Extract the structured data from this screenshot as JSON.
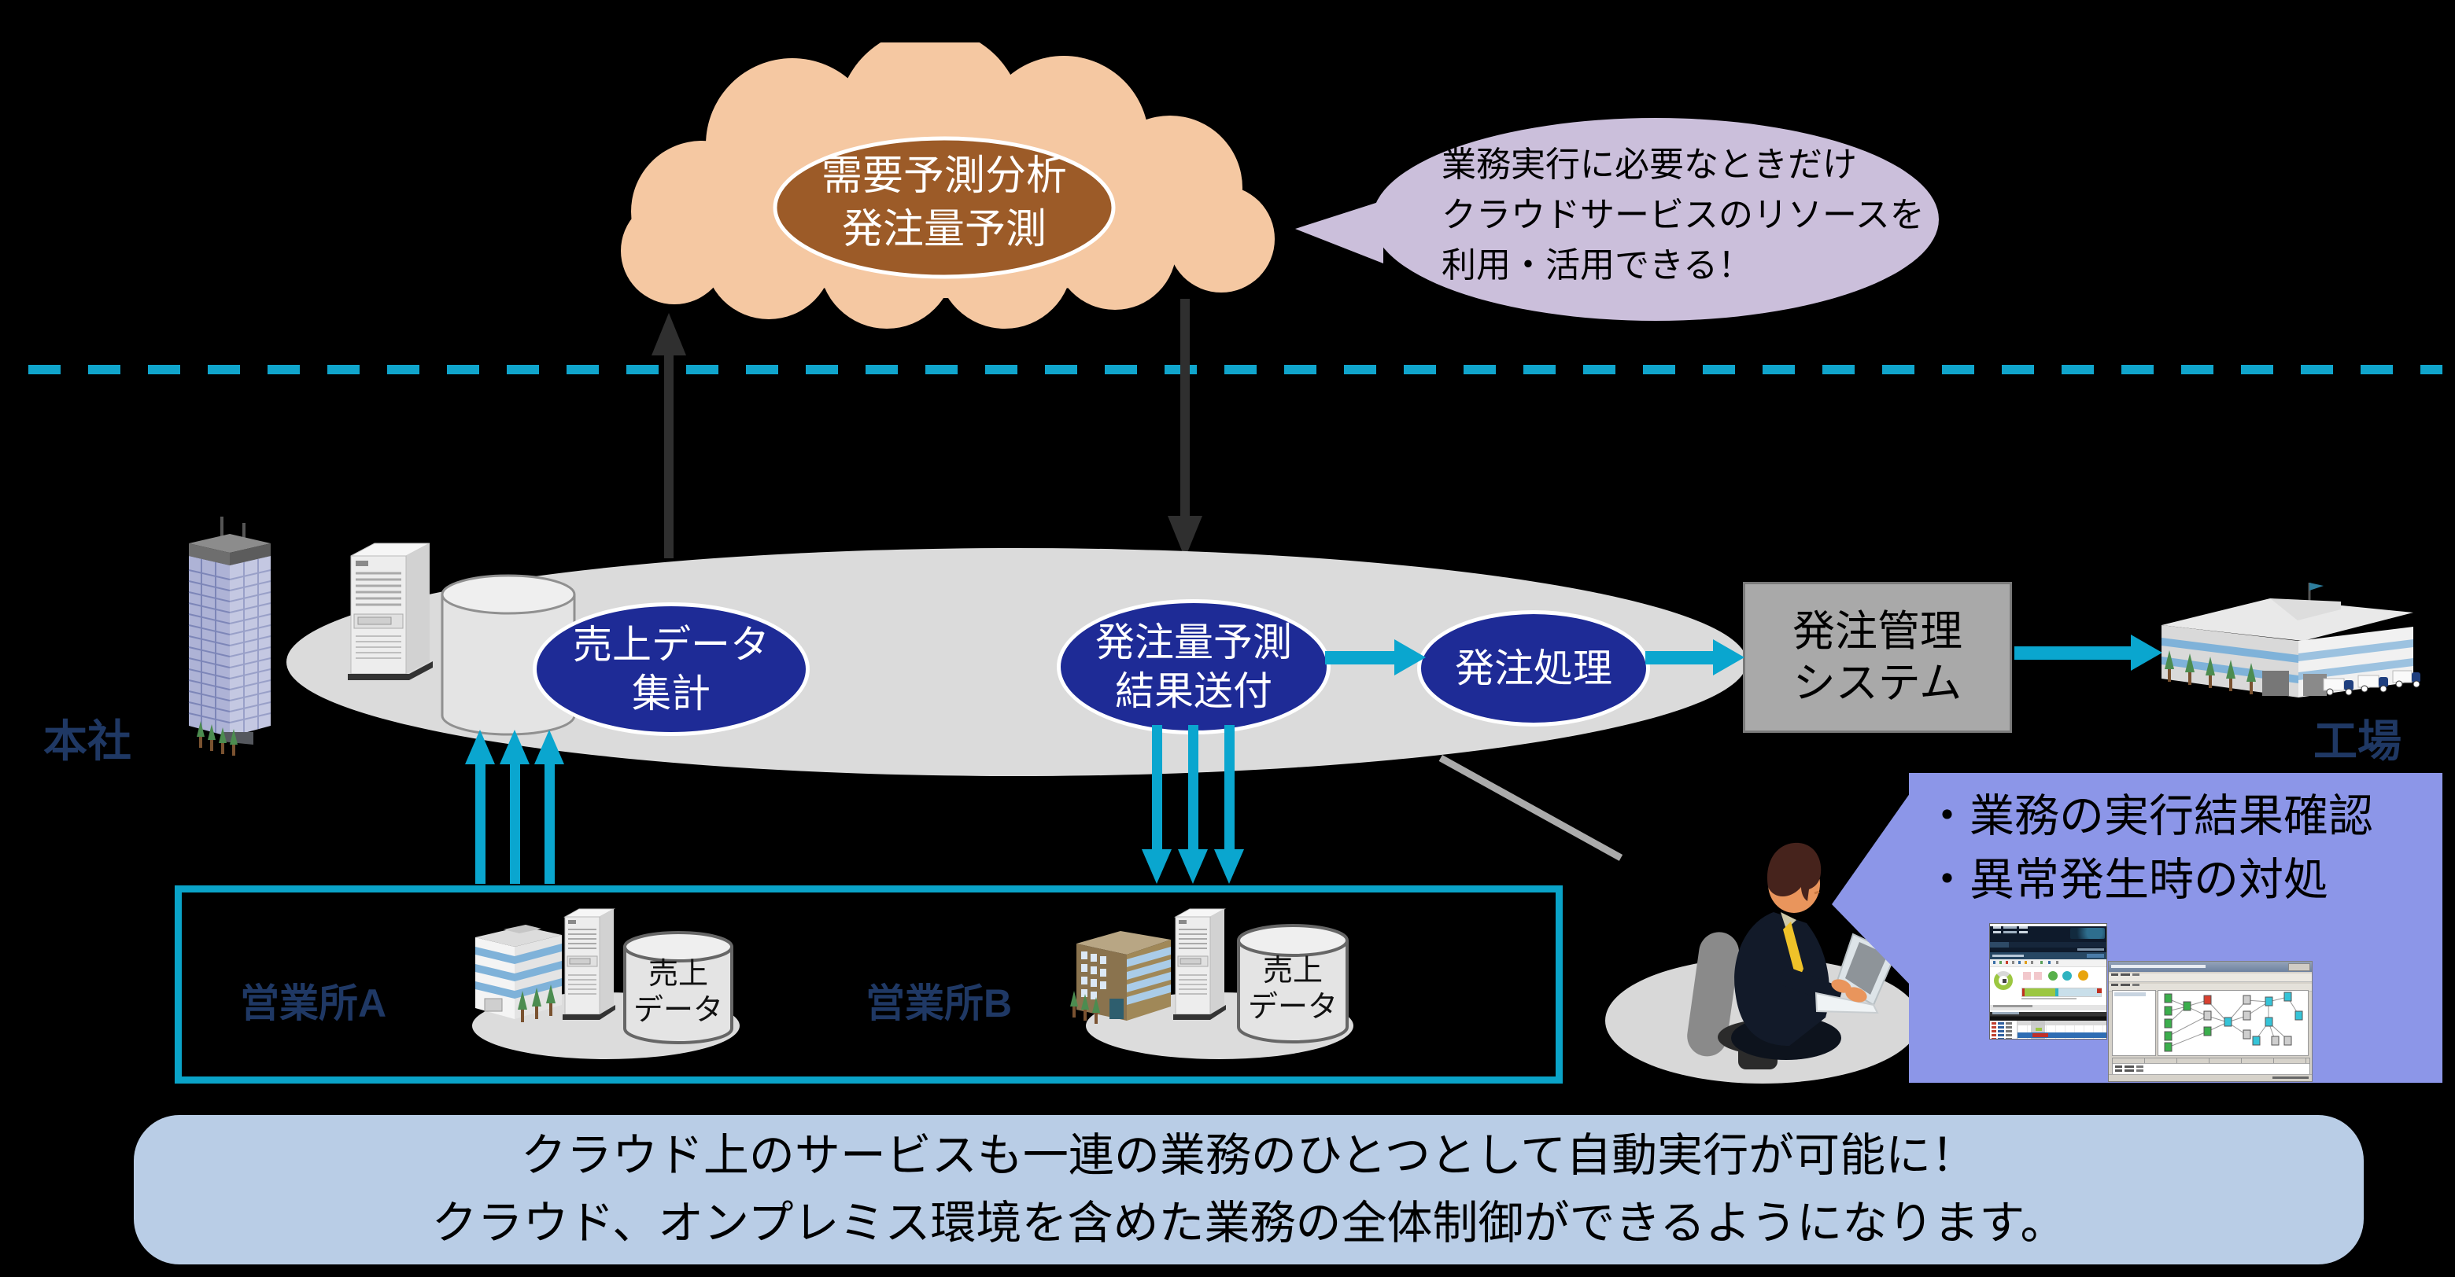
{
  "cloud": {
    "line1": "需要予測分析",
    "line2": "発注量予測"
  },
  "cloud_note": {
    "line1": "業務実行に必要なときだけ",
    "line2": "クラウドサービスのリソースを",
    "line3": "利用・活用できる！"
  },
  "sites": {
    "headquarters": "本社",
    "factory": "工場",
    "branch_a": "営業所A",
    "branch_b": "営業所B"
  },
  "steps": {
    "sales_aggregation": {
      "line1": "売上データ",
      "line2": "集計"
    },
    "forecast_delivery": {
      "line1": "発注量予測",
      "line2": "結果送付"
    },
    "order_processing": {
      "label": "発注処理"
    },
    "order_system": {
      "line1": "発注管理",
      "line2": "システム"
    }
  },
  "database_label": {
    "line1": "売上",
    "line2": "データ"
  },
  "operator_note": {
    "line1": "・業務の実行結果確認",
    "line2": "・異常発生時の対処"
  },
  "banner": {
    "line1": "クラウド上のサービスも一連の業務のひとつとして自動実行が可能に！",
    "line2": "クラウド、オンプレミス環境を含めた業務の全体制御ができるようになります。"
  },
  "colors": {
    "background": "#000000",
    "cyan": "#0AA6CF",
    "dashed_boundary": "#10A5CC",
    "oval_blue": "#1E2B96",
    "cloud_peach": "#F5C8A2",
    "cloud_brown": "#9C5B28",
    "note_bubble_purple": "#CBBFDB",
    "operator_callout_periwinkle": "#8C96E8",
    "banner_blue": "#B9CDE6",
    "platform_gray": "#DBDBDB",
    "order_box_gray": "#A9A9A9",
    "site_label_navy": "#1F3864",
    "dark_arrow": "#2F2F2F"
  }
}
